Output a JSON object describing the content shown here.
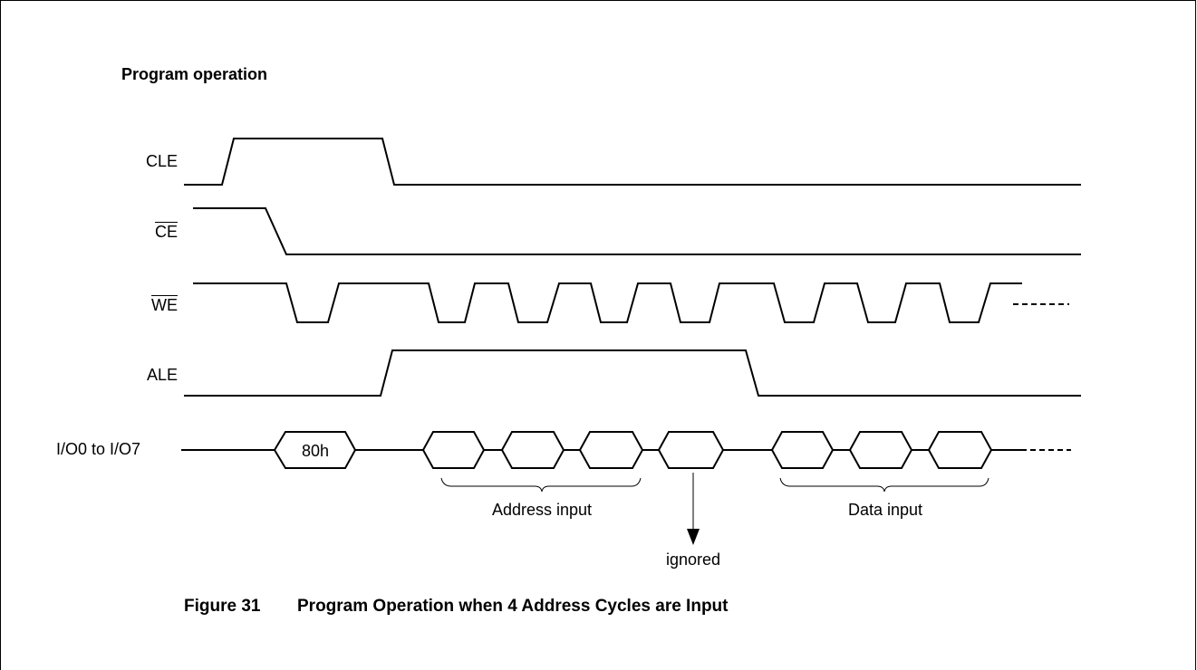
{
  "section_title": "Program operation",
  "signals": {
    "cle": "CLE",
    "ce": "CE",
    "we": "WE",
    "ale": "ALE",
    "io": "I/O0 to I/O7"
  },
  "io_bus": {
    "command_value": "80h",
    "address_group_label": "Address input",
    "data_group_label": "Data input",
    "ignored_label": "ignored"
  },
  "caption": {
    "number": "Figure 31",
    "title": "Program Operation when 4 Address Cycles are Input"
  }
}
